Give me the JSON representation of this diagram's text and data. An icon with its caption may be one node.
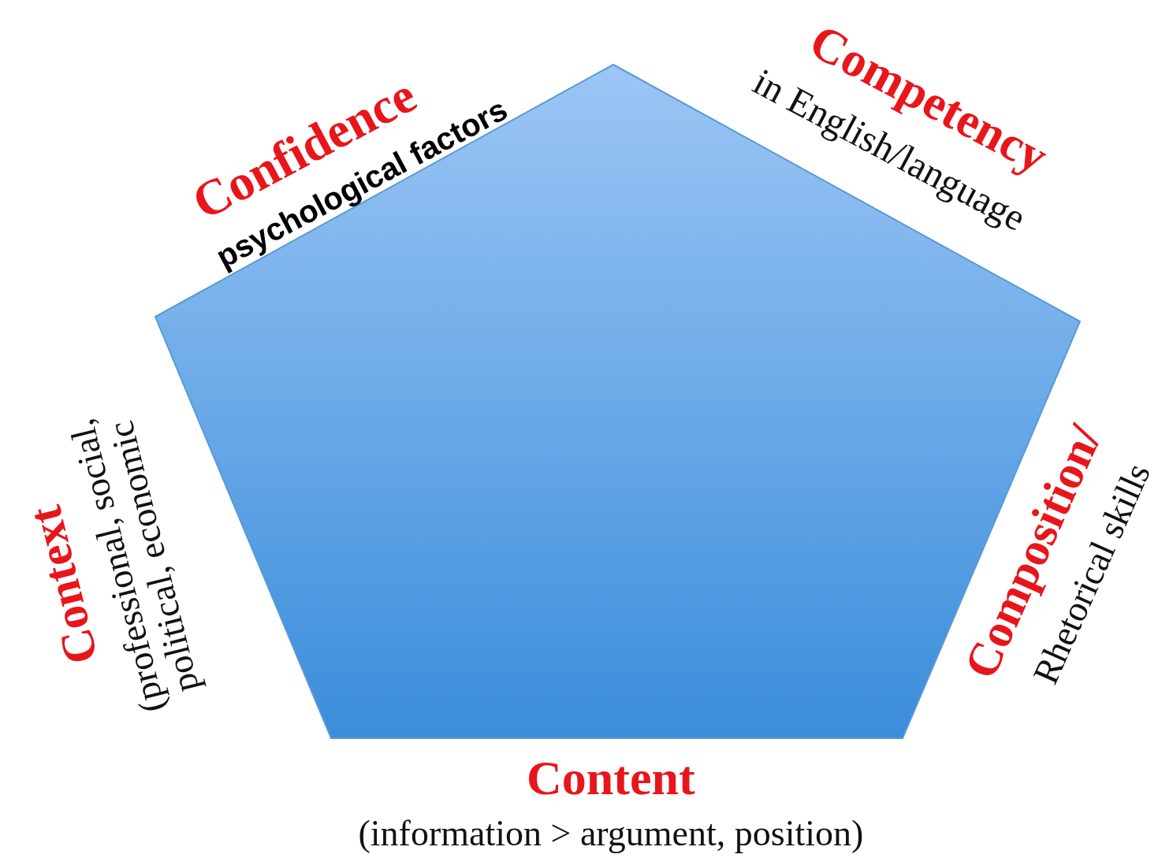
{
  "diagram": {
    "labels": [
      "Confidence",
      "psychological factors",
      "Competency",
      "in English/language",
      "Context",
      "(professional, social, political, economic",
      "Composition/",
      "Rhetorical skills",
      "Content",
      "(information > argument, position)"
    ]
  }
}
